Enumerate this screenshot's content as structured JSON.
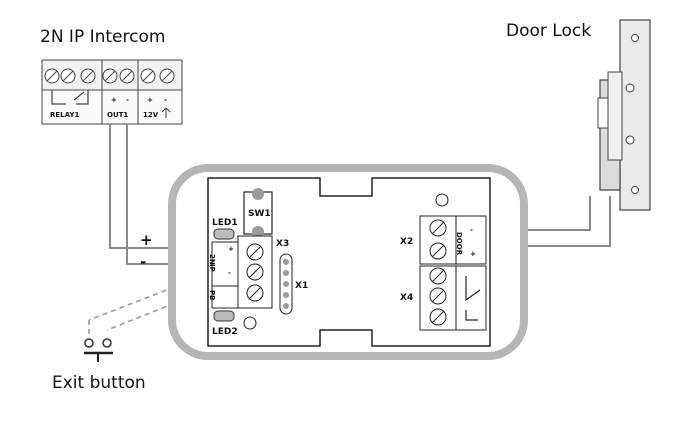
{
  "intercom": {
    "title": "2N IP Intercom",
    "terminal_labels": [
      "RELAY1",
      "OUT1",
      "12V"
    ],
    "polarity_out1": [
      "+",
      "-"
    ],
    "polarity_12v": [
      "+",
      "-"
    ]
  },
  "door_lock": {
    "title": "Door Lock"
  },
  "exit_button": {
    "label": "Exit button"
  },
  "wires": {
    "plus_sign": "+",
    "minus_sign": "-"
  },
  "module": {
    "sw1": "SW1",
    "led1": "LED1",
    "led2": "LED2",
    "x1": "X1",
    "x2": "X2",
    "x3": "X3",
    "x4": "X4",
    "x3_pins": [
      "+",
      "2N",
      "IP",
      "-",
      "PB"
    ],
    "door_terminal": "DOOR",
    "door_polarity": [
      "-",
      "+"
    ]
  }
}
